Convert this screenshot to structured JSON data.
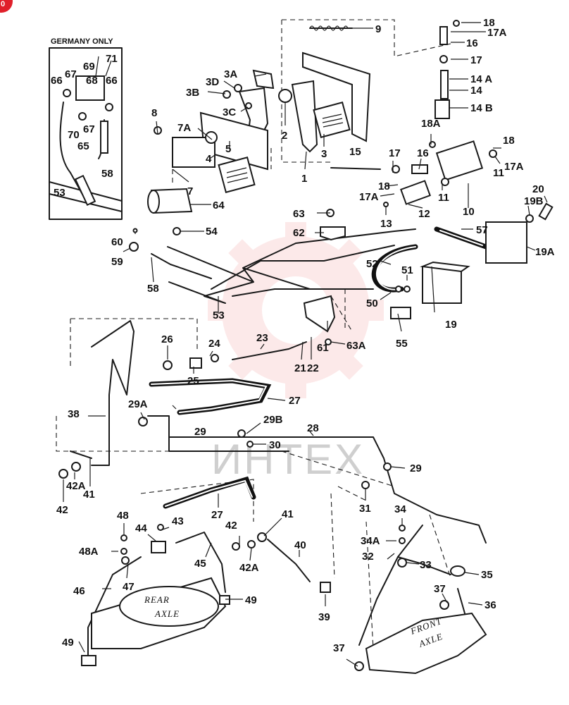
{
  "inset": {
    "title": "GERMANY ONLY"
  },
  "axles": {
    "rear_line1": "REAR",
    "rear_line2": "AXLE",
    "front_line1": "FRONT",
    "front_line2": "AXLE"
  },
  "watermark": {
    "text": "ИНТЕХ",
    "color": "#f4a0a0"
  },
  "corner_badge": {
    "text": "0",
    "color": "#e0202a"
  },
  "callouts": {
    "c1": "1",
    "c2": "2",
    "c3": "3",
    "c3A": "3A",
    "c3B": "3B",
    "c3C": "3C",
    "c3D": "3D",
    "c4": "4",
    "c5": "5",
    "c7": "7",
    "c7A": "7A",
    "c8": "8",
    "c9": "9",
    "c10": "10",
    "c11a": "11",
    "c11b": "11",
    "c12": "12",
    "c13": "13",
    "c14": "14",
    "c14A": "14 A",
    "c14B": "14 B",
    "c15": "15",
    "c16a": "16",
    "c16b": "16",
    "c17a": "17",
    "c17b": "17",
    "c17Aa": "17A",
    "c17Ab": "17A",
    "c17Ac": "17A",
    "c18a": "18",
    "c18b": "18",
    "c18c": "18",
    "c18A": "18A",
    "c19": "19",
    "c19A": "19A",
    "c19B": "19B",
    "c20": "20",
    "c21": "21",
    "c22": "22",
    "c23": "23",
    "c24": "24",
    "c25": "25",
    "c26": "26",
    "c27a": "27",
    "c27b": "27",
    "c28": "28",
    "c29a": "29",
    "c29b": "29",
    "c29A": "29A",
    "c29B": "29B",
    "c30": "30",
    "c31": "31",
    "c32": "32",
    "c33": "33",
    "c34": "34",
    "c34A": "34A",
    "c35": "35",
    "c36": "36",
    "c37a": "37",
    "c37b": "37",
    "c38": "38",
    "c39": "39",
    "c40": "40",
    "c41a": "41",
    "c41b": "41",
    "c42a": "42",
    "c42b": "42",
    "c42Aa": "42A",
    "c42Ab": "42A",
    "c43": "43",
    "c44": "44",
    "c45": "45",
    "c46": "46",
    "c47": "47",
    "c48": "48",
    "c48A": "48A",
    "c49a": "49",
    "c49b": "49",
    "c50": "50",
    "c51": "51",
    "c52": "52",
    "c53a": "53",
    "c53b": "53",
    "c54": "54",
    "c55": "55",
    "c57": "57",
    "c58a": "58",
    "c58b": "58",
    "c59": "59",
    "c60": "60",
    "c61": "61",
    "c62": "62",
    "c63": "63",
    "c63A": "63A",
    "c64": "64",
    "c65": "65",
    "c66a": "66",
    "c66b": "66",
    "c67a": "67",
    "c67b": "67",
    "c68": "68",
    "c69": "69",
    "c70": "70",
    "c71": "71"
  }
}
